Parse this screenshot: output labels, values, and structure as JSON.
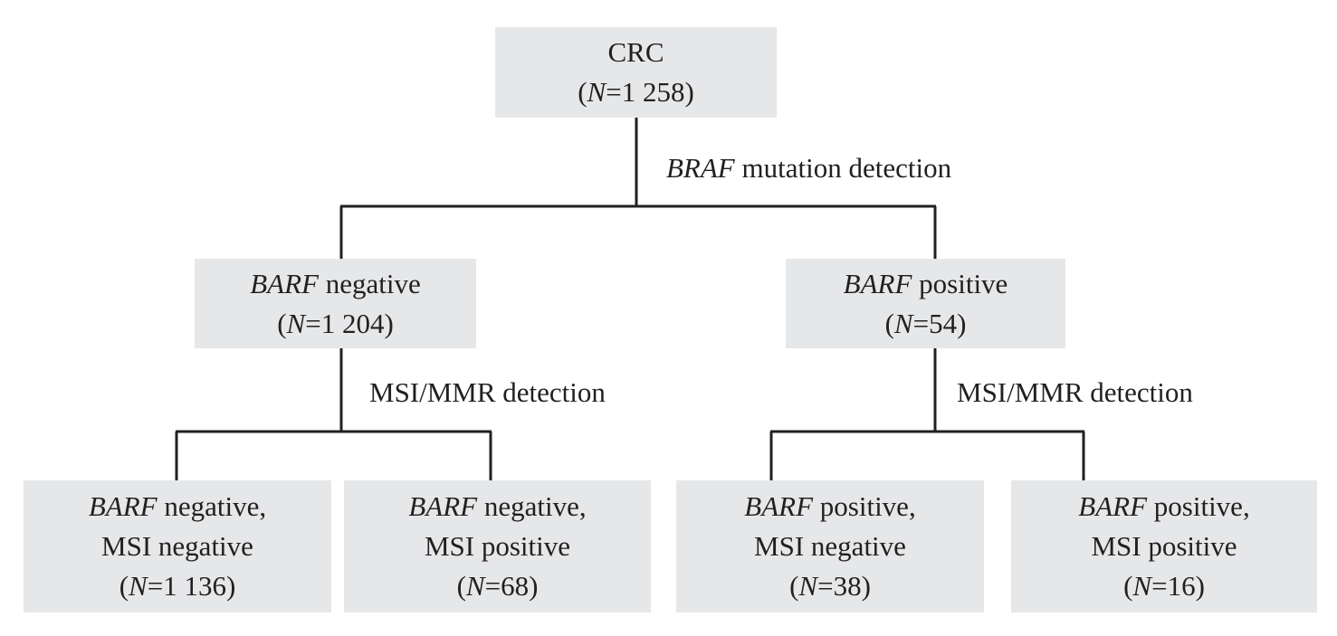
{
  "nodes": {
    "root": {
      "name": "CRC",
      "n_label": "N",
      "n_value": "=1 258"
    },
    "braf_negative": {
      "gene": "BARF",
      "status": "negative",
      "n_label": "N",
      "n_value": "=1 204"
    },
    "braf_positive": {
      "gene": "BARF",
      "status": "positive",
      "n_label": "N",
      "n_value": "=54"
    },
    "neg_msi_neg": {
      "gene": "BARF",
      "status": "negative,",
      "msi": "MSI negative",
      "n_label": "N",
      "n_value": "=1 136"
    },
    "neg_msi_pos": {
      "gene": "BARF",
      "status": "negative,",
      "msi": "MSI positive",
      "n_label": "N",
      "n_value": "=68"
    },
    "pos_msi_neg": {
      "gene": "BARF",
      "status": "positive,",
      "msi": "MSI negative",
      "n_label": "N",
      "n_value": "=38"
    },
    "pos_msi_pos": {
      "gene": "BARF",
      "status": "positive,",
      "msi": "MSI positive",
      "n_label": "N",
      "n_value": "=16"
    }
  },
  "edge_labels": {
    "braf_detection": {
      "gene": "BRAF",
      "text": "mutation detection"
    },
    "msi_left": "MSI/MMR detection",
    "msi_right": "MSI/MMR detection"
  },
  "colors": {
    "box_fill": "#e6e7e8",
    "line": "#231f20"
  }
}
